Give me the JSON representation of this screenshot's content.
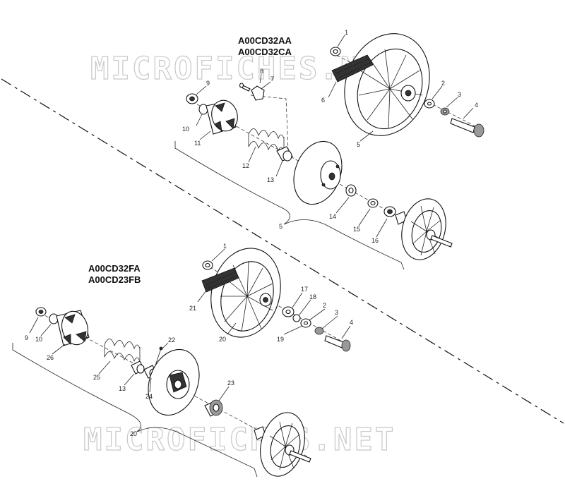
{
  "watermarks": [
    "MICROFICHES.NET",
    "MICROFICHES.NET"
  ],
  "groups": [
    {
      "model_codes": [
        "A00CD32AA",
        "A00CD32CA"
      ],
      "callouts": [
        "1",
        "9",
        "8",
        "7",
        "6",
        "2",
        "3",
        "4",
        "10",
        "11",
        "5",
        "12",
        "13",
        "14",
        "15",
        "16",
        "5"
      ]
    },
    {
      "model_codes": [
        "A00CD32FA",
        "A00CD23FB"
      ],
      "callouts": [
        "1",
        "17",
        "18",
        "21",
        "2",
        "3",
        "4",
        "19",
        "20",
        "9",
        "10",
        "22",
        "26",
        "25",
        "13",
        "24",
        "23",
        "20"
      ]
    }
  ]
}
